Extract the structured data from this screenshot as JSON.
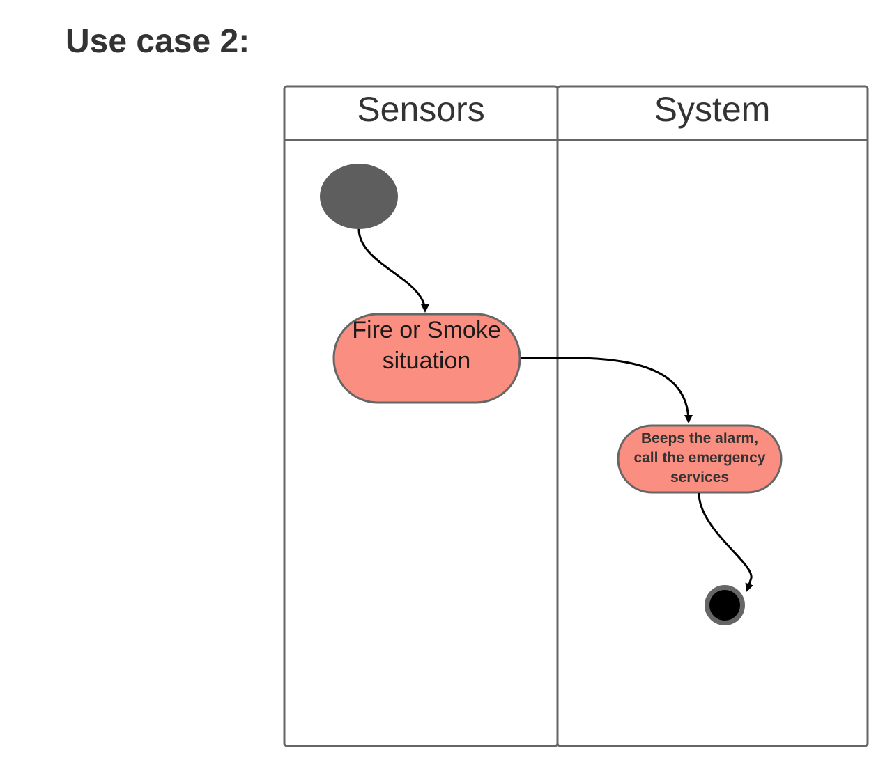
{
  "title": "Use case 2:",
  "lanes": [
    {
      "label": "Sensors"
    },
    {
      "label": "System"
    }
  ],
  "nodes": {
    "activity_1": {
      "lines": [
        "Fire or Smoke",
        "situation"
      ]
    },
    "activity_2": {
      "lines": [
        "Beeps the alarm,",
        "call the emergency",
        "services"
      ]
    }
  },
  "colors": {
    "activity_fill": "#fa8e80",
    "border": "#666666",
    "start_node": "#5e5e5e",
    "end_node": "#000000",
    "text": "#333333",
    "arrow": "#000000"
  }
}
